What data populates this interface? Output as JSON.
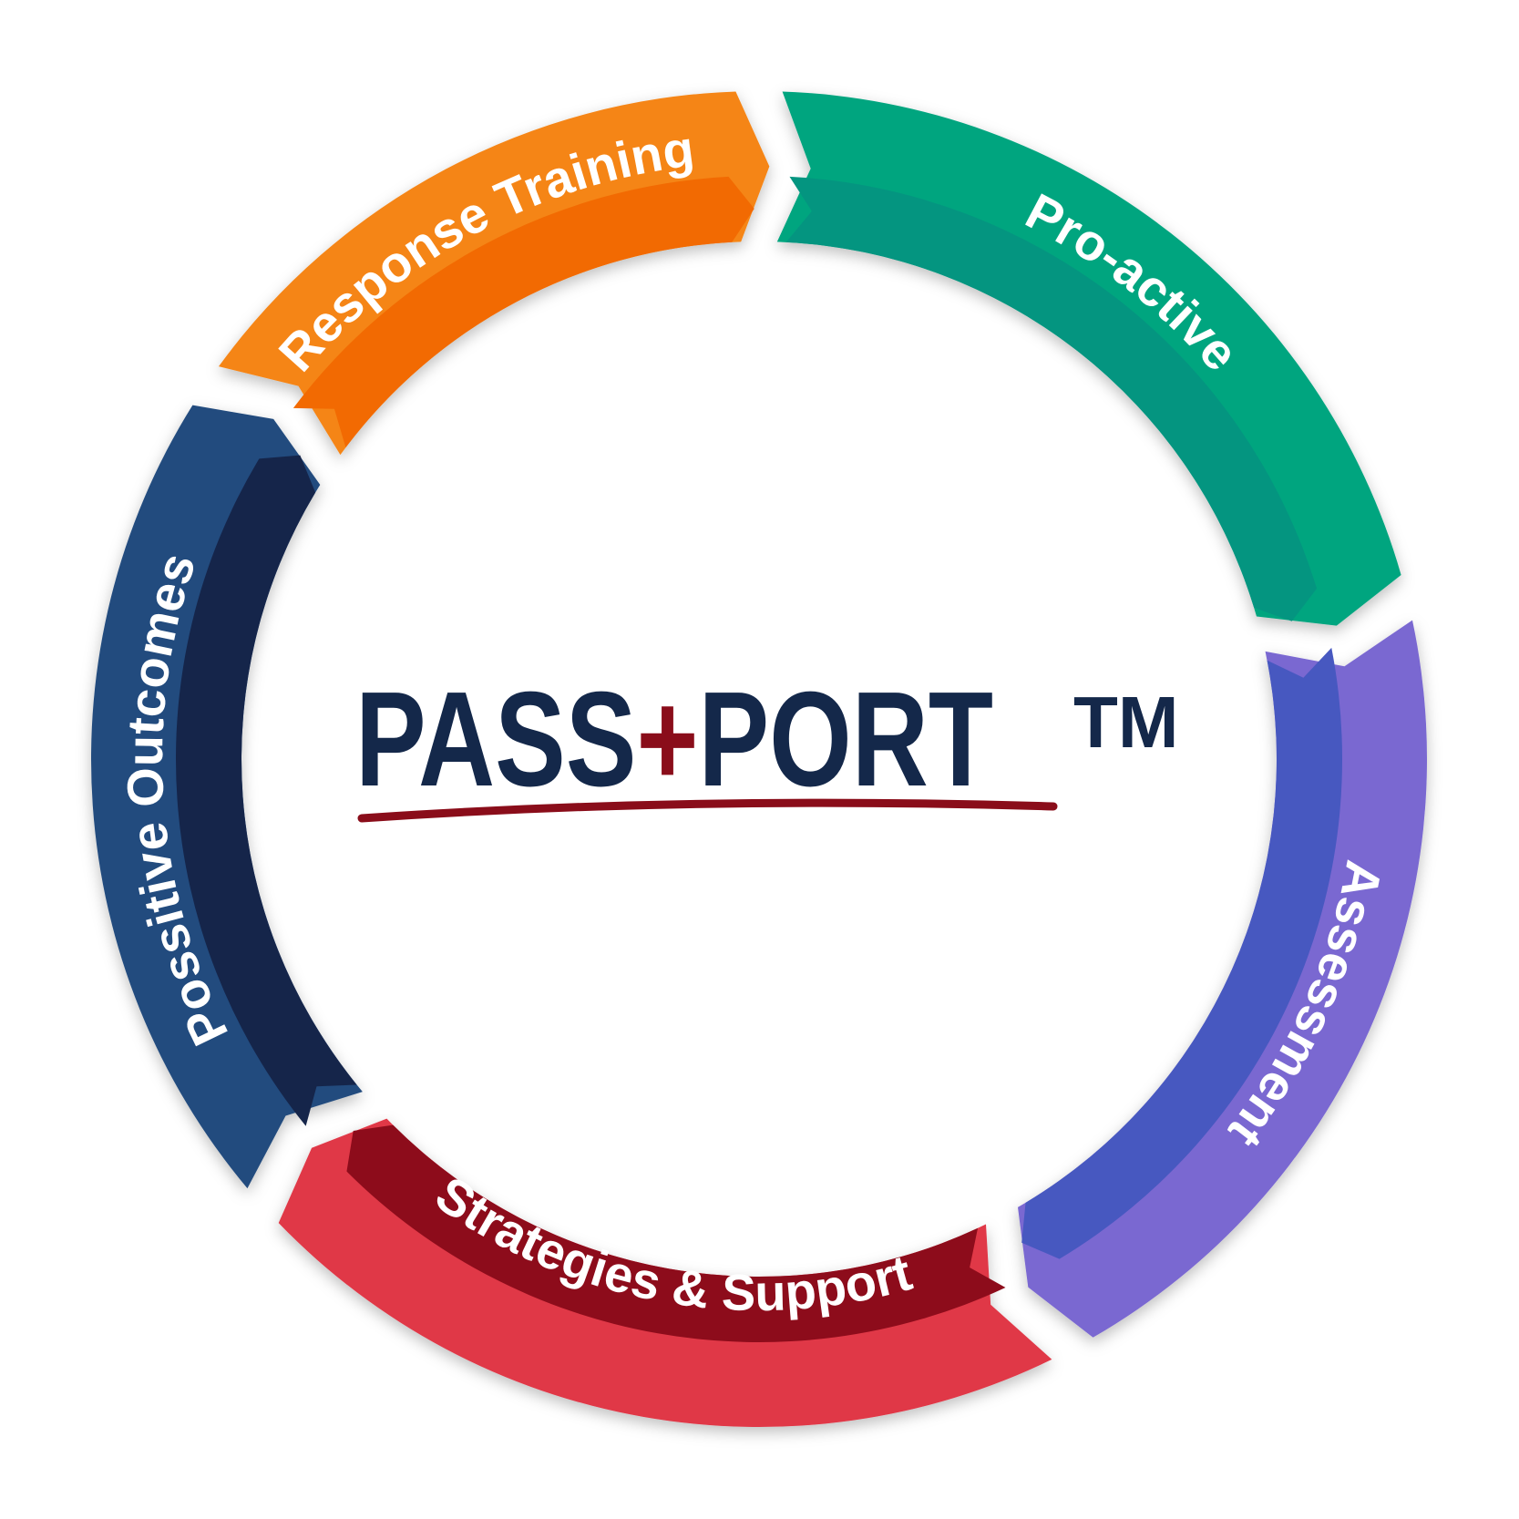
{
  "logo": {
    "word_left": "PASS",
    "plus": "+",
    "word_right": "PORT",
    "trademark": "TM",
    "colors": {
      "navy": "#14284a",
      "red": "#8a0d1a"
    }
  },
  "segments": [
    {
      "label": "Pro-active",
      "color_outer": "#05a57f",
      "color_inner": "#049580"
    },
    {
      "label": "Assessment",
      "color_outer": "#7a67d1",
      "color_inner": "#4758c0"
    },
    {
      "label": "Strategies & Support",
      "color_outer": "#e03747",
      "color_inner": "#8d0c1b"
    },
    {
      "label": "Possitive Outcomes",
      "color_outer": "#224b7e",
      "color_inner": "#15254a"
    },
    {
      "label": "Response Training",
      "color_outer": "#f58519",
      "color_inner": "#f26a02"
    }
  ]
}
